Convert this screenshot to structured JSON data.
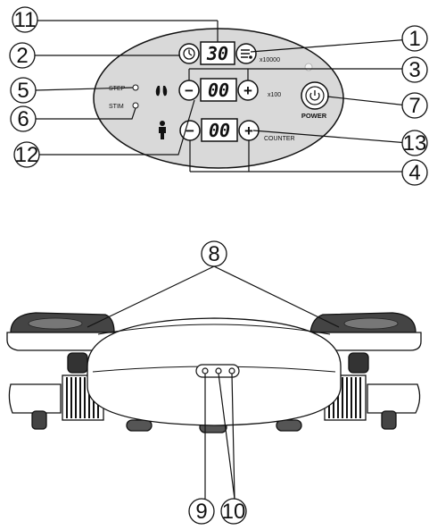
{
  "panel": {
    "timer_display": "30",
    "foot_display": "00",
    "body_display": "00",
    "multiplier_10000": "x10000",
    "multiplier_100": "x100",
    "power_label": "POWER",
    "counter_label": "COUNTER",
    "step_label": "STEP",
    "stim_label": "STIM",
    "minus_symbol": "−",
    "plus_symbol": "+"
  },
  "callouts": {
    "c1": "1",
    "c2": "2",
    "c3": "3",
    "c4": "4",
    "c5": "5",
    "c6": "6",
    "c7": "7",
    "c8": "8",
    "c9": "9",
    "c10": "10",
    "c11": "11",
    "c12": "12",
    "c13": "13"
  },
  "colors": {
    "panel_fill": "#d9d9d9",
    "line": "#111111",
    "body_fill": "#ffffff",
    "dark_part": "#333333"
  }
}
